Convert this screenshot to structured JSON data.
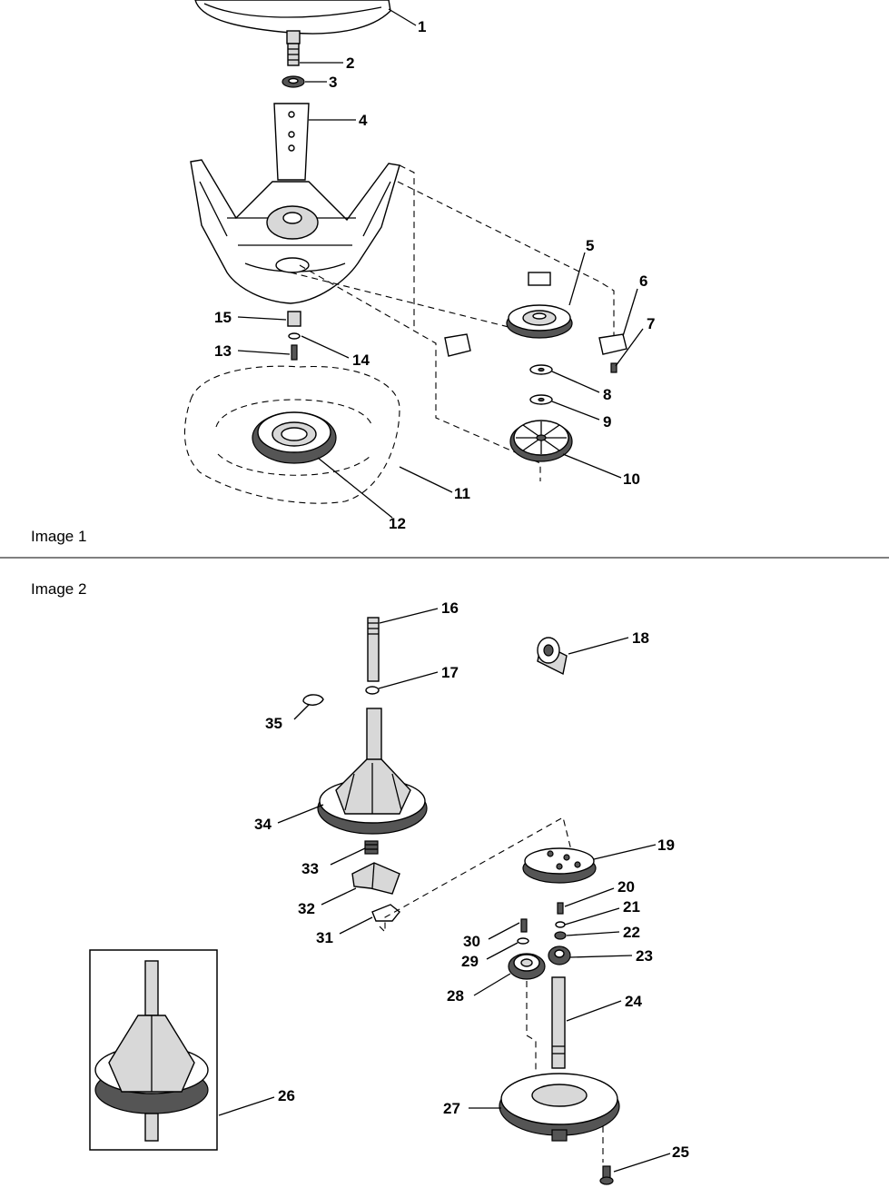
{
  "captions": {
    "image1": "Image 1",
    "image2": "Image 2"
  },
  "callouts": {
    "c1": "1",
    "c2": "2",
    "c3": "3",
    "c4": "4",
    "c5": "5",
    "c6": "6",
    "c7": "7",
    "c8": "8",
    "c9": "9",
    "c10": "10",
    "c11": "11",
    "c12": "12",
    "c13": "13",
    "c14": "14",
    "c15": "15",
    "c16": "16",
    "c17": "17",
    "c18": "18",
    "c19": "19",
    "c20": "20",
    "c21": "21",
    "c22": "22",
    "c23": "23",
    "c24": "24",
    "c25": "25",
    "c26": "26",
    "c27": "27",
    "c28": "28",
    "c29": "29",
    "c30": "30",
    "c31": "31",
    "c32": "32",
    "c33": "33",
    "c34": "34",
    "c35": "35"
  },
  "colors": {
    "ink": "#000000",
    "paper": "#ffffff"
  }
}
